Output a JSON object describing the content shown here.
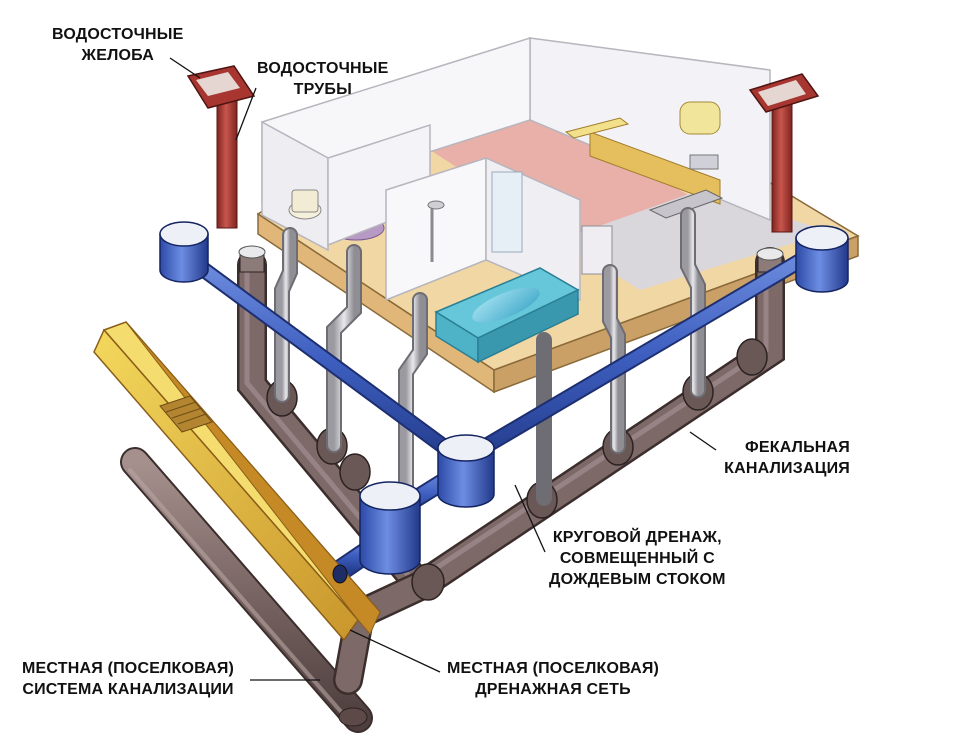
{
  "labels": {
    "gutters": [
      "ВОДОСТОЧНЫЕ",
      "ЖЕЛОБА"
    ],
    "downpipes": [
      "ВОДОСТОЧНЫЕ",
      "ТРУБЫ"
    ],
    "sewage": [
      "ФЕКАЛЬНАЯ",
      "КАНАЛИЗАЦИЯ"
    ],
    "drainage": [
      "КРУГОВОЙ ДРЕНАЖ,",
      "СОВМЕЩЕННЫЙ С",
      "ДОЖДЕВЫМ СТОКОМ"
    ],
    "local_sewer": [
      "МЕСТНАЯ (ПОСЕЛКОВАЯ)",
      "СИСТЕМА КАНАЛИЗАЦИИ"
    ],
    "local_drain": [
      "МЕСТНАЯ (ПОСЕЛКОВАЯ)",
      "ДРЕНАЖНАЯ СЕТЬ"
    ]
  },
  "colors": {
    "storm_pipe": "#3f5fb8",
    "sewer_pipe": "#7d6a68",
    "downpipe": "#b8453e",
    "fixture_pipe": "#c9c9cc",
    "channel": "#e4b93a",
    "floor_slab": "#f1d7a4"
  }
}
